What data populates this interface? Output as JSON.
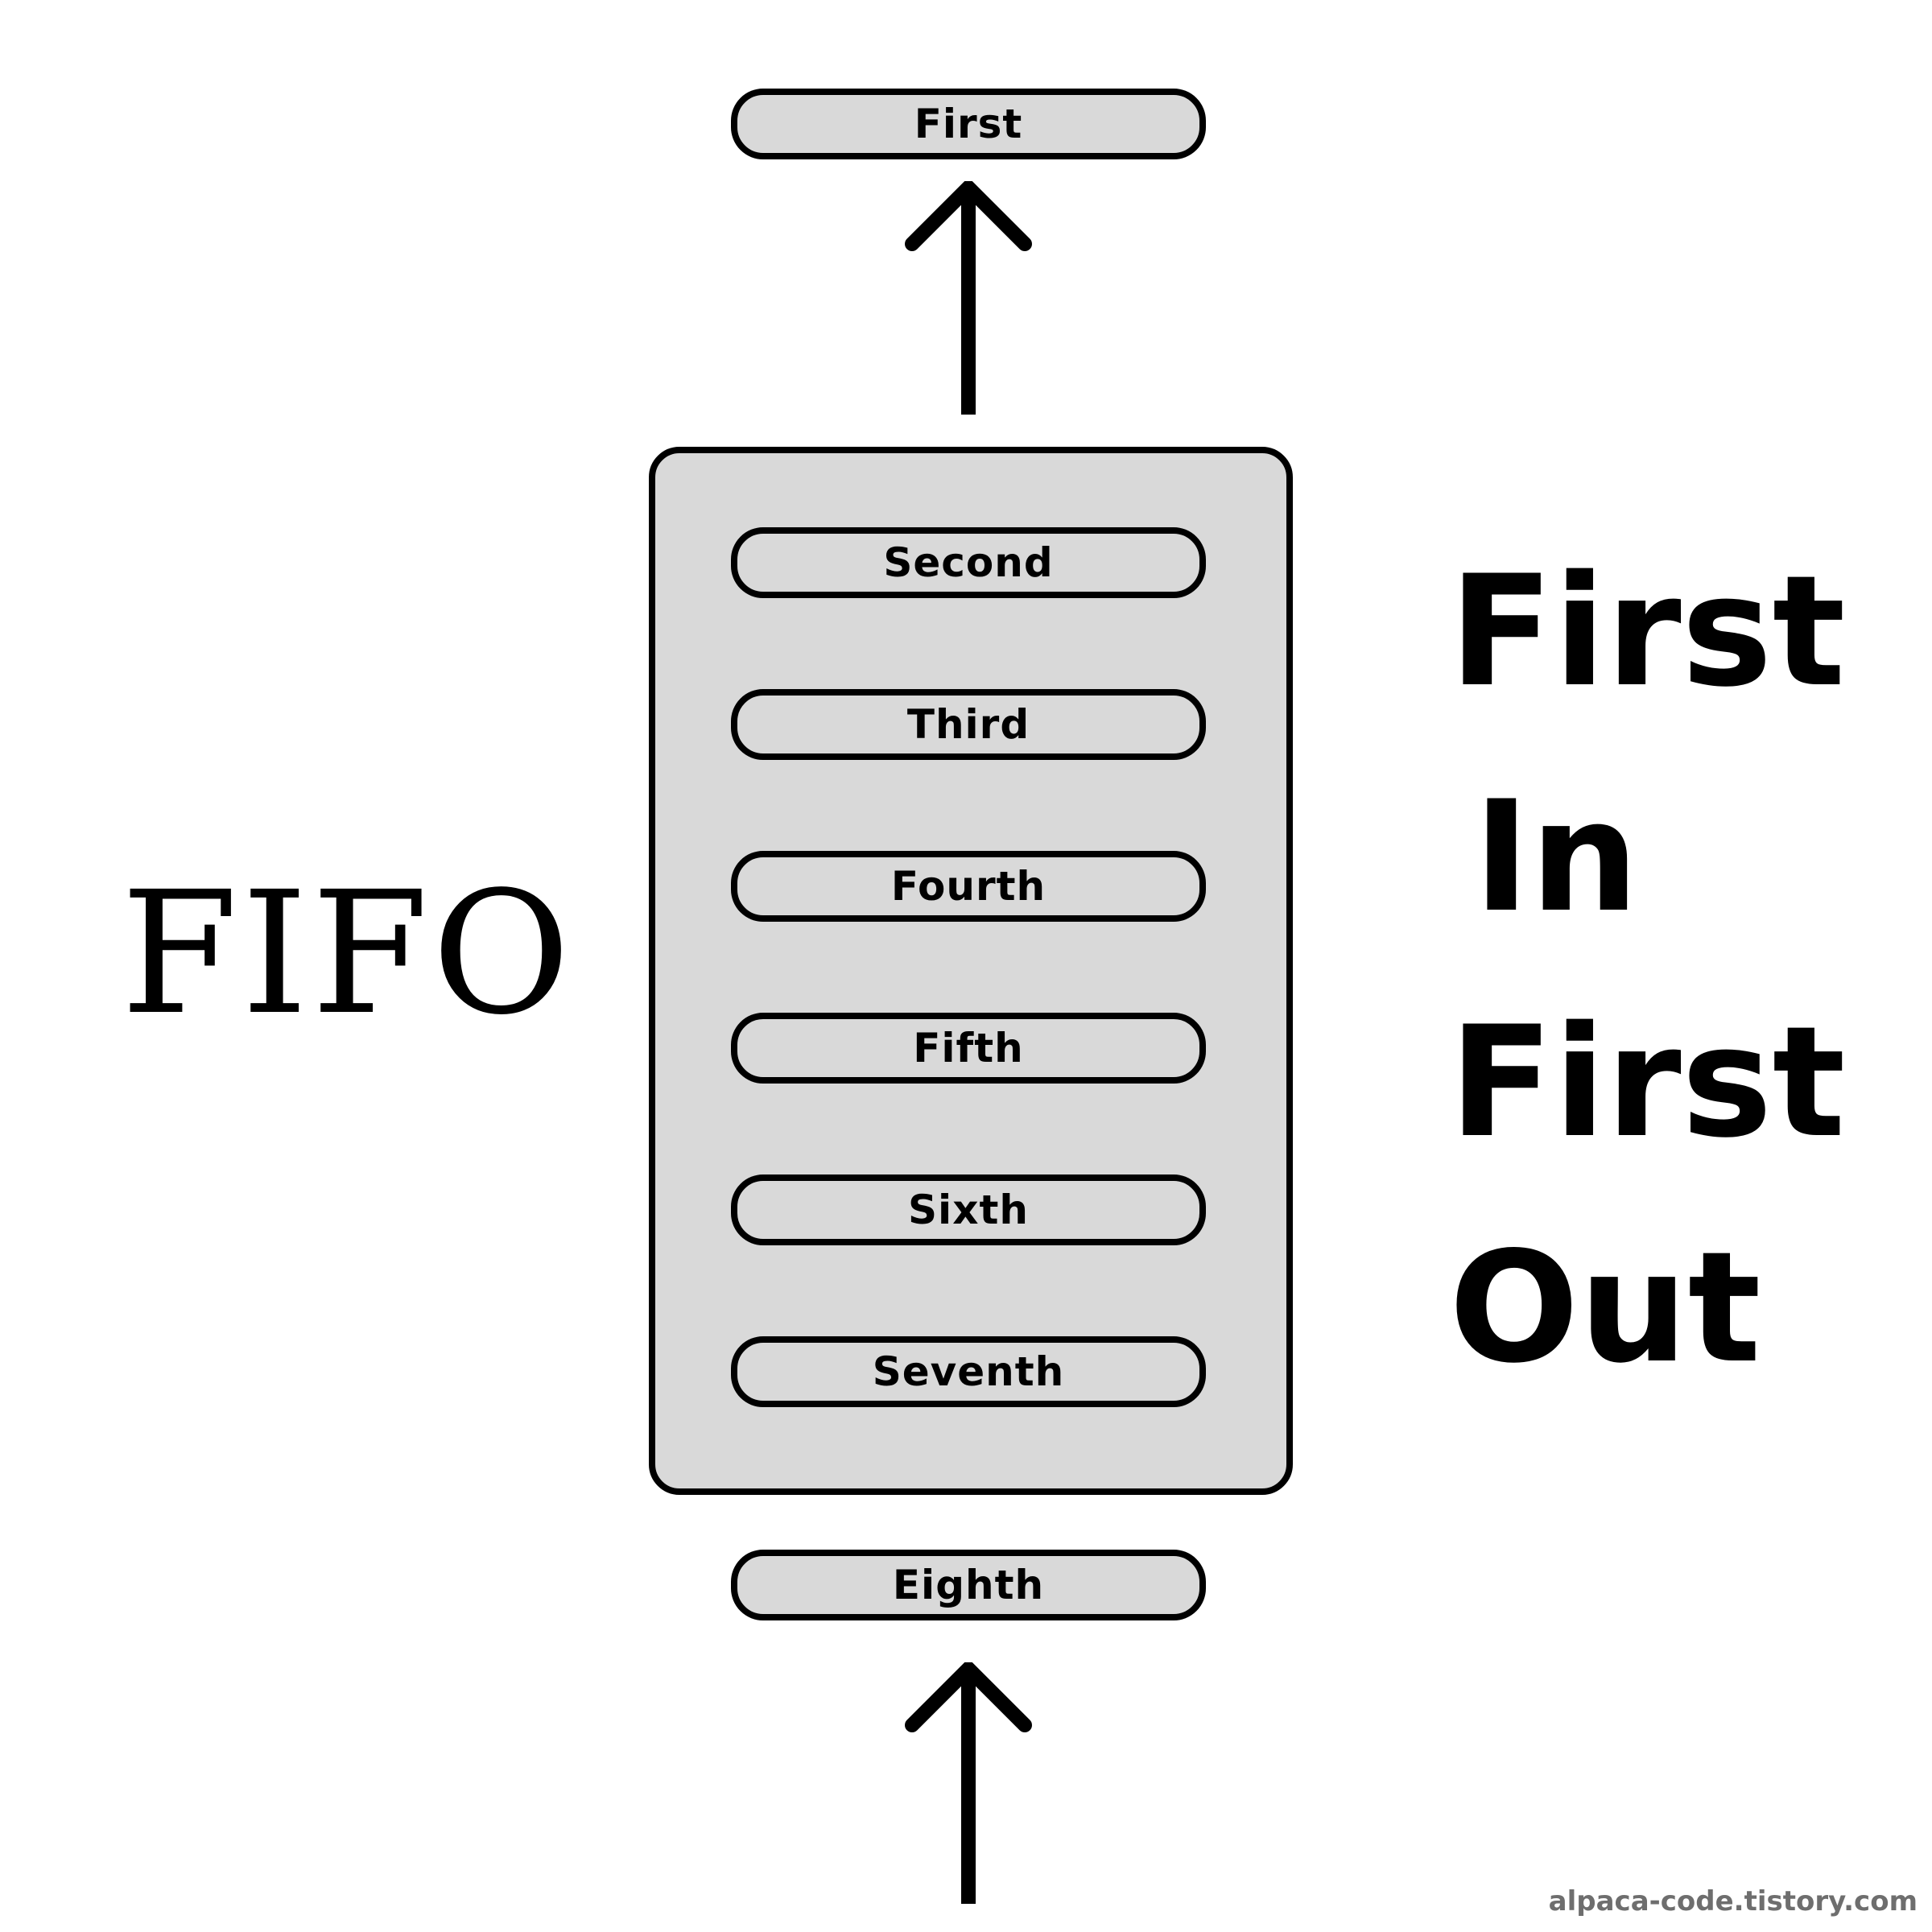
{
  "output_item": "First",
  "queue_items": [
    "Second",
    "Third",
    "Fourth",
    "Fifth",
    "Sixth",
    "Seventh"
  ],
  "input_item": "Eighth",
  "fifo_label": "FIFO",
  "meaning": {
    "line1": "First",
    "line2": "In",
    "line3": "First",
    "line4": "Out"
  },
  "watermark": "alpaca-code.tistory.com",
  "colors": {
    "box_fill": "#d9d9d9",
    "stroke": "#000000",
    "watermark": "#6e6e6e"
  },
  "icons": {
    "output_arrow": "arrow-up-icon",
    "input_arrow": "arrow-up-icon"
  }
}
